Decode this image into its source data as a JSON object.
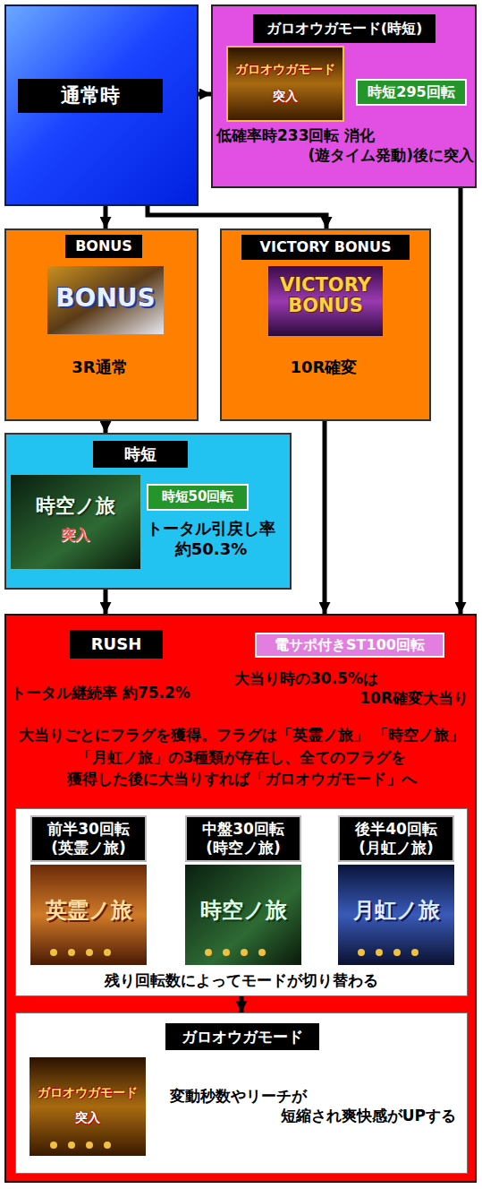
{
  "diagram": {
    "nodes": [
      {
        "text": [
          "通常時"
        ]
      },
      {
        "text": [
          "ガロオウガモード(時短)",
          "時短295回転",
          "低確率時233回転 消化(遊タイム発動)後に突入"
        ]
      },
      {
        "text": [
          "BONUS",
          "3R通常"
        ]
      },
      {
        "text": [
          "VICTORY BONUS",
          "10R確変"
        ]
      },
      {
        "text": [
          "時短",
          "時短50回転",
          "トータル引戻し率 約50.3%"
        ]
      },
      {
        "text": [
          "RUSH",
          "電サポ付きST100回転",
          "トータル継続率 約75.2%",
          "大当り時の30.5%は 10R確変大当り",
          "大当りごとにフラグを獲得。フラグは「英霊ノ旅」 「時空ノ旅」「月虹ノ旅」の3種類が存在し、全てのフラグを 獲得した後に大当りすれば「ガロオウガモード」へ"
        ]
      },
      {
        "text": [
          "残り回転数によってモードが切り替わる"
        ],
        "in": 5
      },
      {
        "text": [
          "前半30回転 (英霊ノ旅)"
        ],
        "in": 6
      },
      {
        "text": [
          "中盤30回転 (時空ノ旅)"
        ],
        "in": 6
      },
      {
        "text": [
          "後半40回転 (月虹ノ旅)"
        ],
        "in": 6
      },
      {
        "text": [
          "ガロオウガモード",
          "変動秒数やリーチが 短縮され爽快感がUPする"
        ],
        "in": 5
      }
    ],
    "edges": [
      {
        "from": 0,
        "to": 1,
        "arrow": "to"
      },
      {
        "from": 0,
        "to": 2,
        "arrow": "to"
      },
      {
        "from": 0,
        "to": 3,
        "arrow": "to"
      },
      {
        "from": 2,
        "to": 4,
        "arrow": "to"
      },
      {
        "from": 4,
        "to": 5,
        "arrow": "to"
      },
      {
        "from": 3,
        "to": 5,
        "arrow": "to"
      },
      {
        "from": 1,
        "to": 5,
        "arrow": "to"
      },
      {
        "from": 6,
        "to": 10,
        "arrow": "to"
      }
    ],
    "labels": [
      "ガロオウガモード",
      "突入",
      "BONUS",
      "VICTORY BONUS",
      "時空ノ旅",
      "突入",
      "英霊ノ旅",
      "時空ノ旅",
      "月虹ノ旅",
      "ガロオウガモード",
      "突入"
    ]
  }
}
